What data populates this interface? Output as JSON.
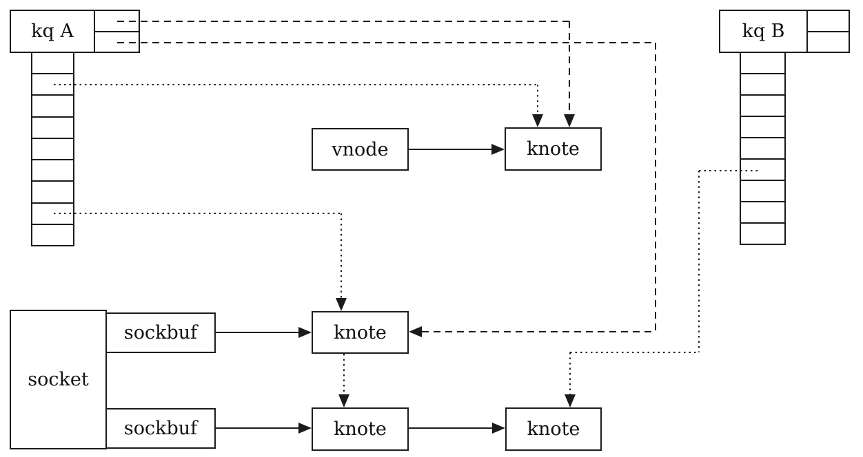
{
  "diagram": {
    "nodes": {
      "kq_a": {
        "label": "kq A"
      },
      "kq_b": {
        "label": "kq B"
      },
      "vnode": {
        "label": "vnode"
      },
      "socket": {
        "label": "socket"
      },
      "sockbuf_top": {
        "label": "sockbuf"
      },
      "sockbuf_bottom": {
        "label": "sockbuf"
      },
      "knote_top": {
        "label": "knote"
      },
      "knote_mid": {
        "label": "knote"
      },
      "knote_bottom_left": {
        "label": "knote"
      },
      "knote_bottom_right": {
        "label": "knote"
      }
    },
    "arrays": {
      "kq_a_ptr_cells": 2,
      "kq_b_ptr_cells": 2,
      "kq_a_slots": 9,
      "kq_b_slots": 9
    },
    "edges": [
      {
        "from": "vnode",
        "to": "knote_top",
        "style": "solid"
      },
      {
        "from": "kq_a_ptr_cell_1",
        "to": "knote_top",
        "style": "dashed"
      },
      {
        "from": "kq_a_ptr_cell_2",
        "to": "knote_mid",
        "style": "dashed"
      },
      {
        "from": "kq_a_slot_2",
        "to": "knote_top",
        "style": "dotted"
      },
      {
        "from": "kq_a_slot_8",
        "to": "knote_mid",
        "style": "dotted"
      },
      {
        "from": "sockbuf_top",
        "to": "knote_mid",
        "style": "solid"
      },
      {
        "from": "sockbuf_bottom",
        "to": "knote_bottom_left",
        "style": "solid"
      },
      {
        "from": "knote_mid",
        "to": "knote_bottom_left",
        "style": "dotted"
      },
      {
        "from": "knote_bottom_left",
        "to": "knote_bottom_right",
        "style": "solid"
      },
      {
        "from": "kq_b_slot_6",
        "to": "knote_bottom_right",
        "style": "dotted"
      }
    ],
    "colors": {
      "line": "#1b1b1b",
      "text": "#101010",
      "background": "#ffffff"
    }
  }
}
